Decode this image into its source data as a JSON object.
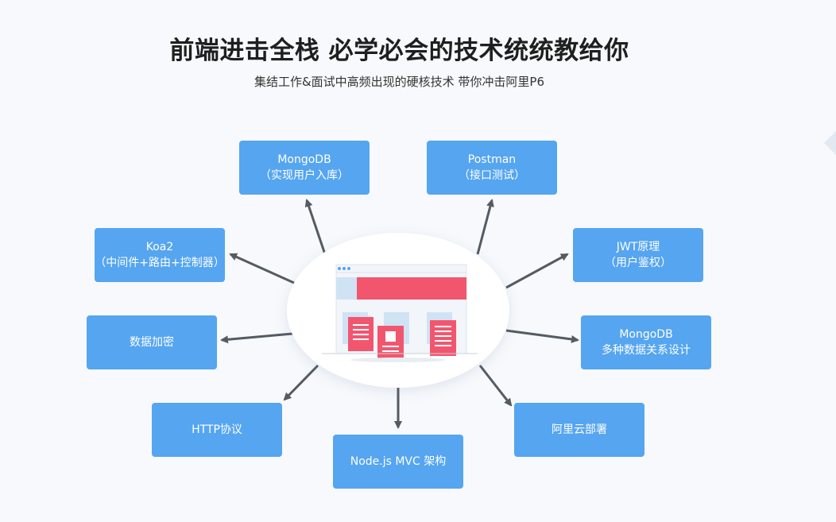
{
  "header": {
    "title": "前端进击全栈 必学必会的技术统统教给你",
    "subtitle": "集结工作&面试中高频出现的硬核技术 带你冲击阿里P6"
  },
  "colors": {
    "node_bg": "#55a5f1",
    "arrow": "#555b63",
    "accent_red": "#f2566f",
    "illustration_light": "#cfe3f5"
  },
  "nodes": {
    "mongodb": {
      "line1": "MongoDB",
      "line2": "（实现用户入库）"
    },
    "postman": {
      "line1": "Postman",
      "line2": "（接口测试）"
    },
    "koa2": {
      "line1": "Koa2",
      "line2": "（中间件+路由+控制器）"
    },
    "jwt": {
      "line1": "JWT原理",
      "line2": "（用户鉴权）"
    },
    "encrypt": {
      "line1": "数据加密"
    },
    "mongodb_design": {
      "line1": "MongoDB",
      "line2": "多种数据关系设计"
    },
    "http": {
      "line1": "HTTP协议"
    },
    "aliyun": {
      "line1": "阿里云部署"
    },
    "mvc": {
      "line1": "Node.js MVC 架构"
    }
  }
}
